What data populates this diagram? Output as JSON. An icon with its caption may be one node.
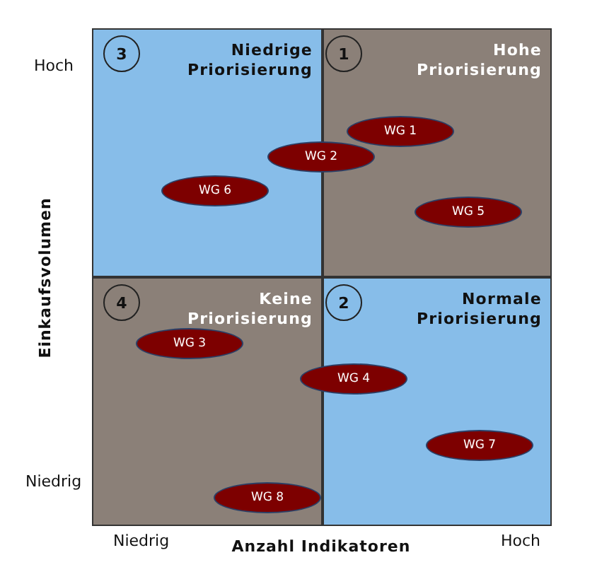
{
  "diagram": {
    "nodes": [
      {
        "text": [
          "Niedrige Priorisierung"
        ]
      },
      {
        "text": [
          "3"
        ],
        "in": 0
      },
      {
        "text": [
          "Hohe Priorisierung"
        ]
      },
      {
        "text": [
          "1"
        ],
        "in": 2
      },
      {
        "text": [
          "WG 1"
        ],
        "in": 2
      },
      {
        "text": [
          "WG 2"
        ]
      },
      {
        "text": [
          "WG 6"
        ],
        "in": 0
      },
      {
        "text": [
          "WG 5"
        ],
        "in": 2
      },
      {
        "text": [
          "Keine Priorisierung"
        ]
      },
      {
        "text": [
          "4"
        ],
        "in": 8
      },
      {
        "text": [
          "Normale Priorisierung"
        ]
      },
      {
        "text": [
          "2"
        ],
        "in": 10
      },
      {
        "text": [
          "WG 3"
        ],
        "in": 8
      },
      {
        "text": [
          "WG 4"
        ]
      },
      {
        "text": [
          "WG 7"
        ],
        "in": 10
      },
      {
        "text": [
          "WG 8"
        ],
        "in": 8
      }
    ],
    "labels": [
      "Hoch",
      "Einkaufsvolumen",
      "Niedrig",
      "Niedrig",
      "Anzahl Indikatoren",
      "Hoch"
    ]
  }
}
